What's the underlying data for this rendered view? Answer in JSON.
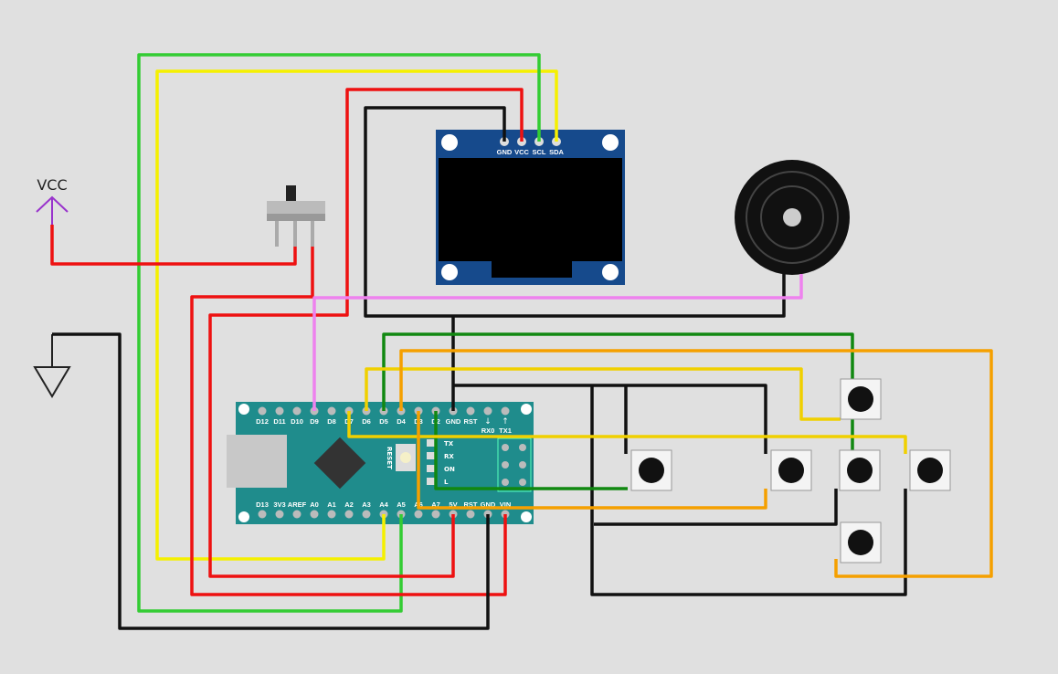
{
  "power": {
    "vcc_label": "VCC"
  },
  "oled": {
    "pins": [
      "GND",
      "VCC",
      "SCL",
      "SDA"
    ]
  },
  "nano": {
    "top_pins": [
      "D12",
      "D11",
      "D10",
      "D9",
      "D8",
      "D7",
      "D6",
      "D5",
      "D4",
      "D3",
      "D2",
      "GND",
      "RST",
      "RX0",
      "TX1"
    ],
    "bottom_pins": [
      "D13",
      "3V3",
      "AREF",
      "A0",
      "A1",
      "A2",
      "A3",
      "A4",
      "A5",
      "A6",
      "A7",
      "5V",
      "RST",
      "GND",
      "VIN"
    ],
    "reset_label": "RESET",
    "led_labels": [
      "TX",
      "RX",
      "ON",
      "L"
    ],
    "arrows": [
      "↓",
      "↑"
    ]
  },
  "wire_colors": {
    "red": "#ee1111",
    "black": "#111111",
    "green": "#33cc33",
    "dark_green": "#118811",
    "yellow": "#f5f000",
    "gold": "#f0d000",
    "orange": "#f5a000",
    "pink": "#ee82ee",
    "purple": "#9933cc"
  }
}
